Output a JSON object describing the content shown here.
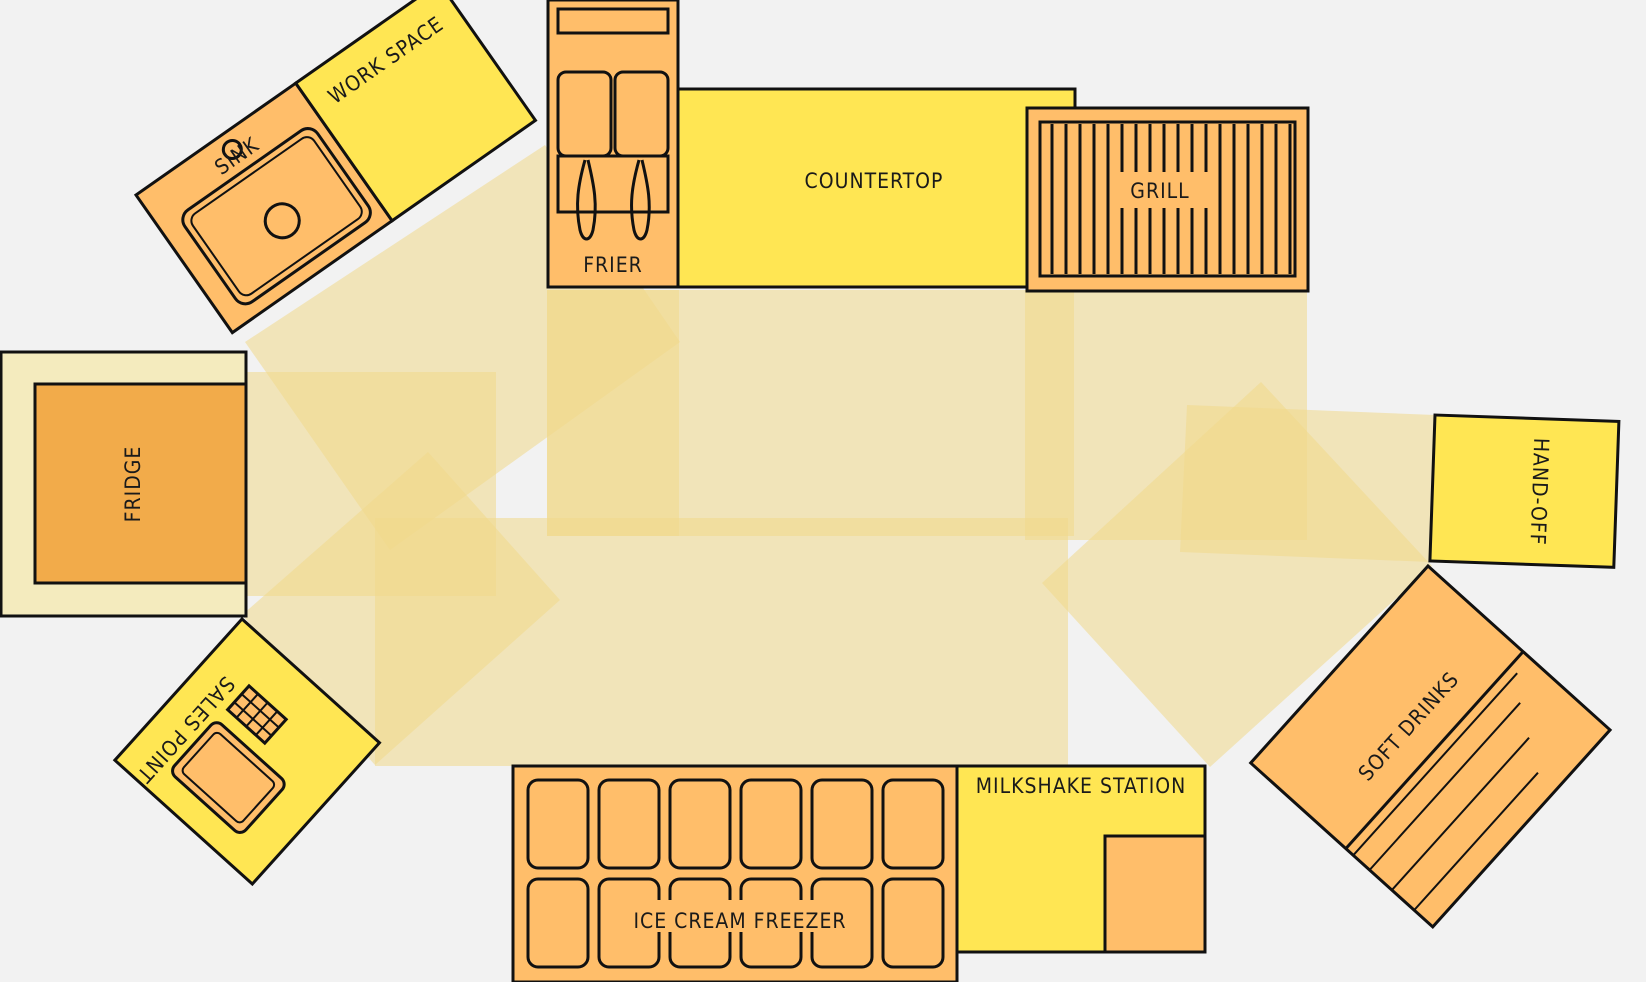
{
  "diagram": {
    "labels": {
      "work_space": "WORK SPACE",
      "sink": "SINK",
      "frier": "FRIER",
      "countertop": "COUNTERTOP",
      "grill": "GRILL",
      "fridge": "FRIDGE",
      "hand_off": "HAND-OFF",
      "soft_drinks": "SOFT DRINKS",
      "sales_point": "SALES POINT",
      "ice_cream_freezer": "ICE CREAM FREEZER",
      "milkshake_station": "MILKSHAKE STATION"
    },
    "colors": {
      "background": "#f2f2f2",
      "yellow": "#ffe653",
      "orange": "#ffbe6a",
      "fridge_orange": "#f2ab4a",
      "fridge_frame": "#f4ebbe",
      "zone": "#f0d98a"
    }
  }
}
